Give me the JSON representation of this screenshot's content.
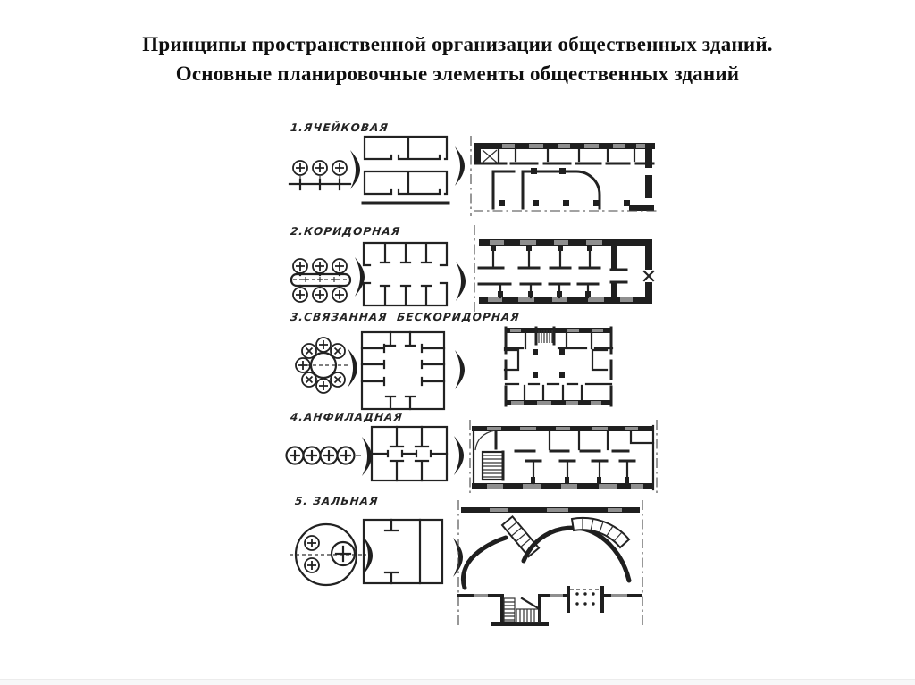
{
  "slide": {
    "title_line1": "Принципы пространственной организации общественных зданий.",
    "title_line2": "Основные планировочные элементы общественных зданий",
    "title_color": "#0f0f0f",
    "background_color": "#ffffff",
    "ink_color": "#1f1f1f"
  },
  "figure": {
    "rows": [
      {
        "label": "1.ЯЧЕЙКОВАЯ"
      },
      {
        "label": "2.КОРИДОРНАЯ"
      },
      {
        "label": "3.СВЯЗАННАЯ  БЕСКОРИДОРНАЯ"
      },
      {
        "label": "4.АНФИЛАДНАЯ"
      },
      {
        "label": "5. ЗАЛЬНАЯ"
      }
    ]
  }
}
